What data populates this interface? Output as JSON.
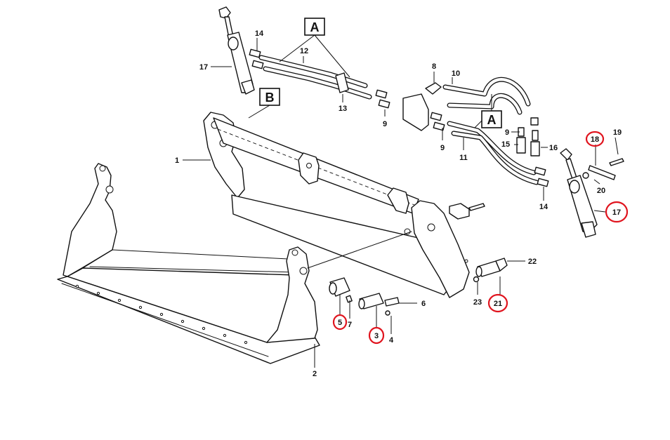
{
  "callouts": {
    "a_top": "A",
    "a_right": "A",
    "b": "B"
  },
  "labels": [
    {
      "id": "l1",
      "text": "1"
    },
    {
      "id": "l2",
      "text": "2"
    },
    {
      "id": "l3",
      "text": "3"
    },
    {
      "id": "l4",
      "text": "4"
    },
    {
      "id": "l5",
      "text": "5"
    },
    {
      "id": "l6",
      "text": "6"
    },
    {
      "id": "l7",
      "text": "7"
    },
    {
      "id": "l8",
      "text": "8"
    },
    {
      "id": "l9a",
      "text": "9"
    },
    {
      "id": "l9b",
      "text": "9"
    },
    {
      "id": "l9c",
      "text": "9"
    },
    {
      "id": "l10",
      "text": "10"
    },
    {
      "id": "l11",
      "text": "11"
    },
    {
      "id": "l12",
      "text": "12"
    },
    {
      "id": "l13",
      "text": "13"
    },
    {
      "id": "l14a",
      "text": "14"
    },
    {
      "id": "l14b",
      "text": "14"
    },
    {
      "id": "l15",
      "text": "15"
    },
    {
      "id": "l16",
      "text": "16"
    },
    {
      "id": "l17a",
      "text": "17"
    },
    {
      "id": "l17b",
      "text": "17"
    },
    {
      "id": "l18",
      "text": "18"
    },
    {
      "id": "l19",
      "text": "19"
    },
    {
      "id": "l20",
      "text": "20"
    },
    {
      "id": "l21",
      "text": "21"
    },
    {
      "id": "l22",
      "text": "22"
    },
    {
      "id": "l23",
      "text": "23"
    }
  ],
  "highlight_color": "#e0141e",
  "line_color": "#111111"
}
